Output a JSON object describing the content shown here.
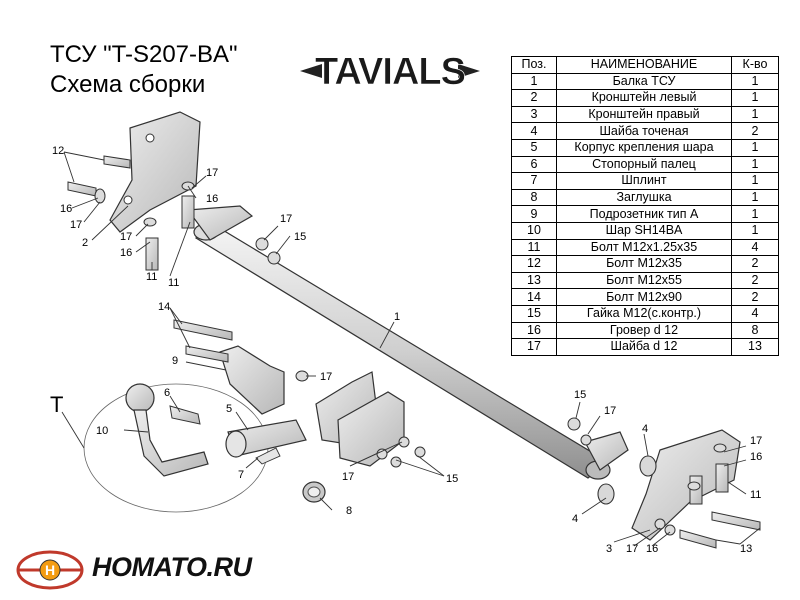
{
  "header": {
    "title_line1": "ТСУ  \"T-S207-BA\"",
    "title_line2": "Схема сборки",
    "logo_text": "TAVIALS"
  },
  "parts_table": {
    "columns": [
      "Поз.",
      "НАИМЕНОВАНИЕ",
      "К-во"
    ],
    "rows": [
      [
        "1",
        "Балка ТСУ",
        "1"
      ],
      [
        "2",
        "Кронштейн левый",
        "1"
      ],
      [
        "3",
        "Кронштейн правый",
        "1"
      ],
      [
        "4",
        "Шайба точеная",
        "2"
      ],
      [
        "5",
        "Корпус крепления шара",
        "1"
      ],
      [
        "6",
        "Стопорный палец",
        "1"
      ],
      [
        "7",
        "Шплинт",
        "1"
      ],
      [
        "8",
        "Заглушка",
        "1"
      ],
      [
        "9",
        "Подрозетник тип А",
        "1"
      ],
      [
        "10",
        "Шар SH14BA",
        "1"
      ],
      [
        "11",
        "Болт М12х1.25х35",
        "4"
      ],
      [
        "12",
        "Болт М12х35",
        "2"
      ],
      [
        "13",
        "Болт М12х55",
        "2"
      ],
      [
        "14",
        "Болт М12х90",
        "2"
      ],
      [
        "15",
        "Гайка М12(с.контр.)",
        "4"
      ],
      [
        "16",
        "Гровер d 12",
        "8"
      ],
      [
        "17",
        "Шайба d 12",
        "13"
      ]
    ]
  },
  "callouts": {
    "c12": "12",
    "c16a": "16",
    "c17a": "17",
    "c2": "2",
    "c17b": "17",
    "c16b": "16",
    "c11a": "11",
    "c17c": "17",
    "c16c": "16",
    "c17d": "17",
    "c15a": "15",
    "c14": "14",
    "c9": "9",
    "c17e": "17",
    "c1": "1",
    "cT": "T",
    "c6": "6",
    "c5": "5",
    "c10": "10",
    "c7": "7",
    "c8": "8",
    "c17f": "17",
    "c15b": "15",
    "c15c": "15",
    "c17g": "17",
    "c4a": "4",
    "c4b": "4",
    "c17h": "17",
    "c16d": "16",
    "c11b": "11",
    "c3": "3",
    "c17i": "17",
    "c16e": "16",
    "c13": "13"
  },
  "brand": {
    "text": "HOMATO.RU"
  }
}
